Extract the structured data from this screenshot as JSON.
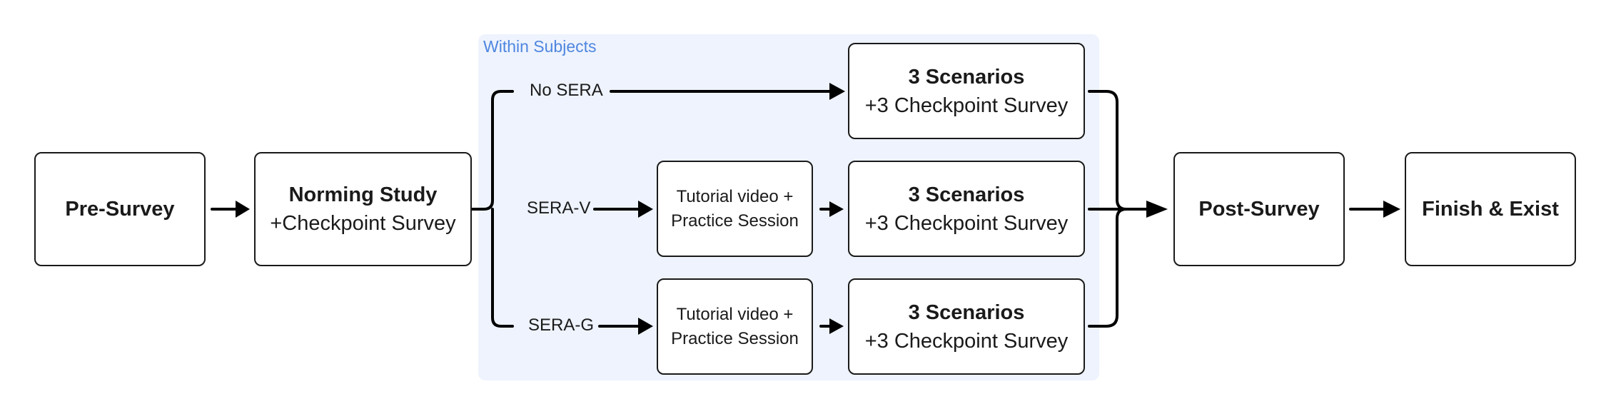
{
  "group": {
    "label": "Within Subjects"
  },
  "pre_survey": {
    "title": "Pre-Survey"
  },
  "norming": {
    "title": "Norming Study",
    "subtitle": "+Checkpoint Survey"
  },
  "conditions": [
    {
      "label": "No SERA",
      "scenario_title": "3 Scenarios",
      "scenario_subtitle": "+3 Checkpoint Survey"
    },
    {
      "label": "SERA-V",
      "tutorial_line1": "Tutorial video +",
      "tutorial_line2": "Practice Session",
      "scenario_title": "3 Scenarios",
      "scenario_subtitle": "+3 Checkpoint Survey"
    },
    {
      "label": "SERA-G",
      "tutorial_line1": "Tutorial video +",
      "tutorial_line2": "Practice Session",
      "scenario_title": "3 Scenarios",
      "scenario_subtitle": "+3 Checkpoint Survey"
    }
  ],
  "post_survey": {
    "title": "Post-Survey"
  },
  "finish": {
    "title": "Finish & Exist"
  }
}
